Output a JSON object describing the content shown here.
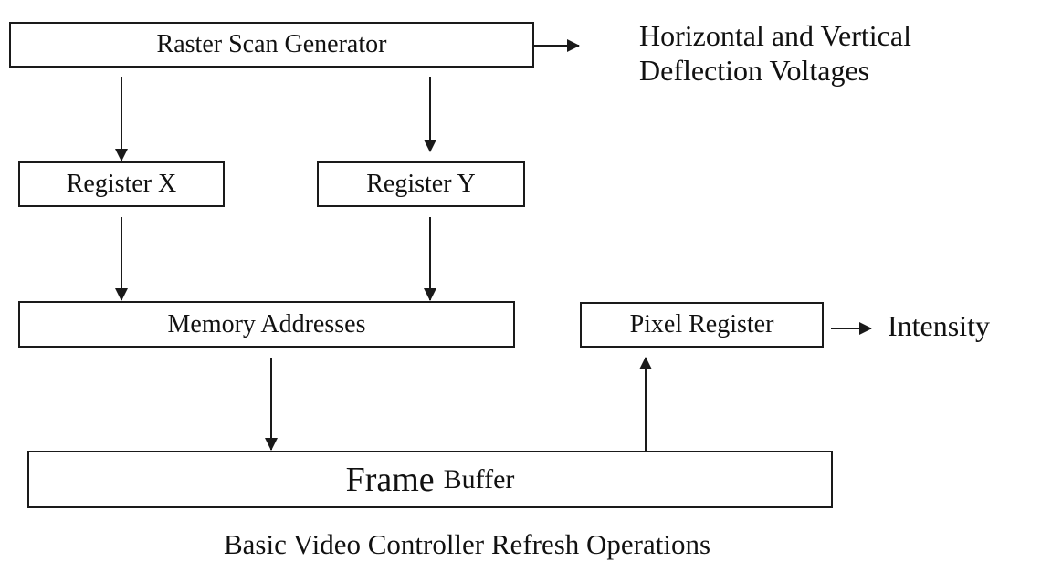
{
  "boxes": {
    "raster_scan_generator": "Raster Scan Generator",
    "register_x": "Register X",
    "register_y": "Register Y",
    "memory_addresses": "Memory Addresses",
    "pixel_register": "Pixel Register",
    "frame_buffer_main": "Frame",
    "frame_buffer_sub": "Buffer"
  },
  "outputs": {
    "deflection_line1": "Horizontal and Vertical",
    "deflection_line2": "Deflection Voltages",
    "intensity": "Intensity"
  },
  "caption": "Basic Video Controller Refresh Operations"
}
